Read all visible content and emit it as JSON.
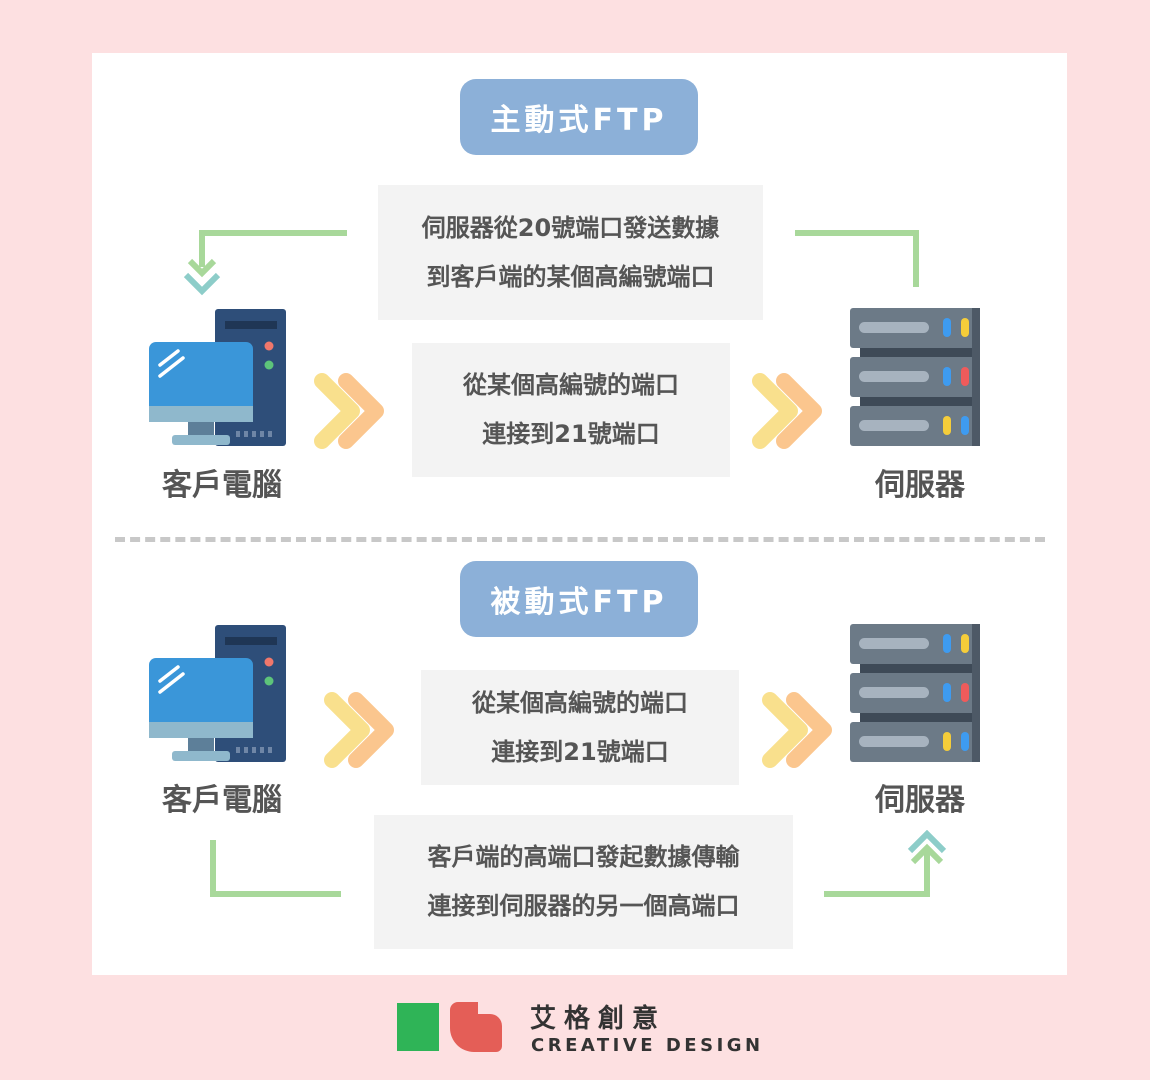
{
  "active": {
    "title": "主動式FTP",
    "top_note": [
      "伺服器從20號端口發送數據",
      "到客戶端的某個高編號端口"
    ],
    "mid_note": [
      "從某個高編號的端口",
      "連接到21號端口"
    ],
    "client_label": "客戶電腦",
    "server_label": "伺服器"
  },
  "passive": {
    "title": "被動式FTP",
    "mid_note": [
      "從某個高編號的端口",
      "連接到21號端口"
    ],
    "bottom_note": [
      "客戶端的高端口發起數據傳輸",
      "連接到伺服器的另一個高端口"
    ],
    "client_label": "客戶電腦",
    "server_label": "伺服器"
  },
  "brand": {
    "name_zh": "艾格創意",
    "name_en": "CREATIVE DESIGN"
  },
  "colors": {
    "background": "#fde0e1",
    "pill": "#8cb0d8",
    "connector": "#a8d89a",
    "chevron_yellow": "#f9de87",
    "chevron_orange": "#fbc68e",
    "logo_green": "#2fb457",
    "logo_red": "#e45e57"
  }
}
